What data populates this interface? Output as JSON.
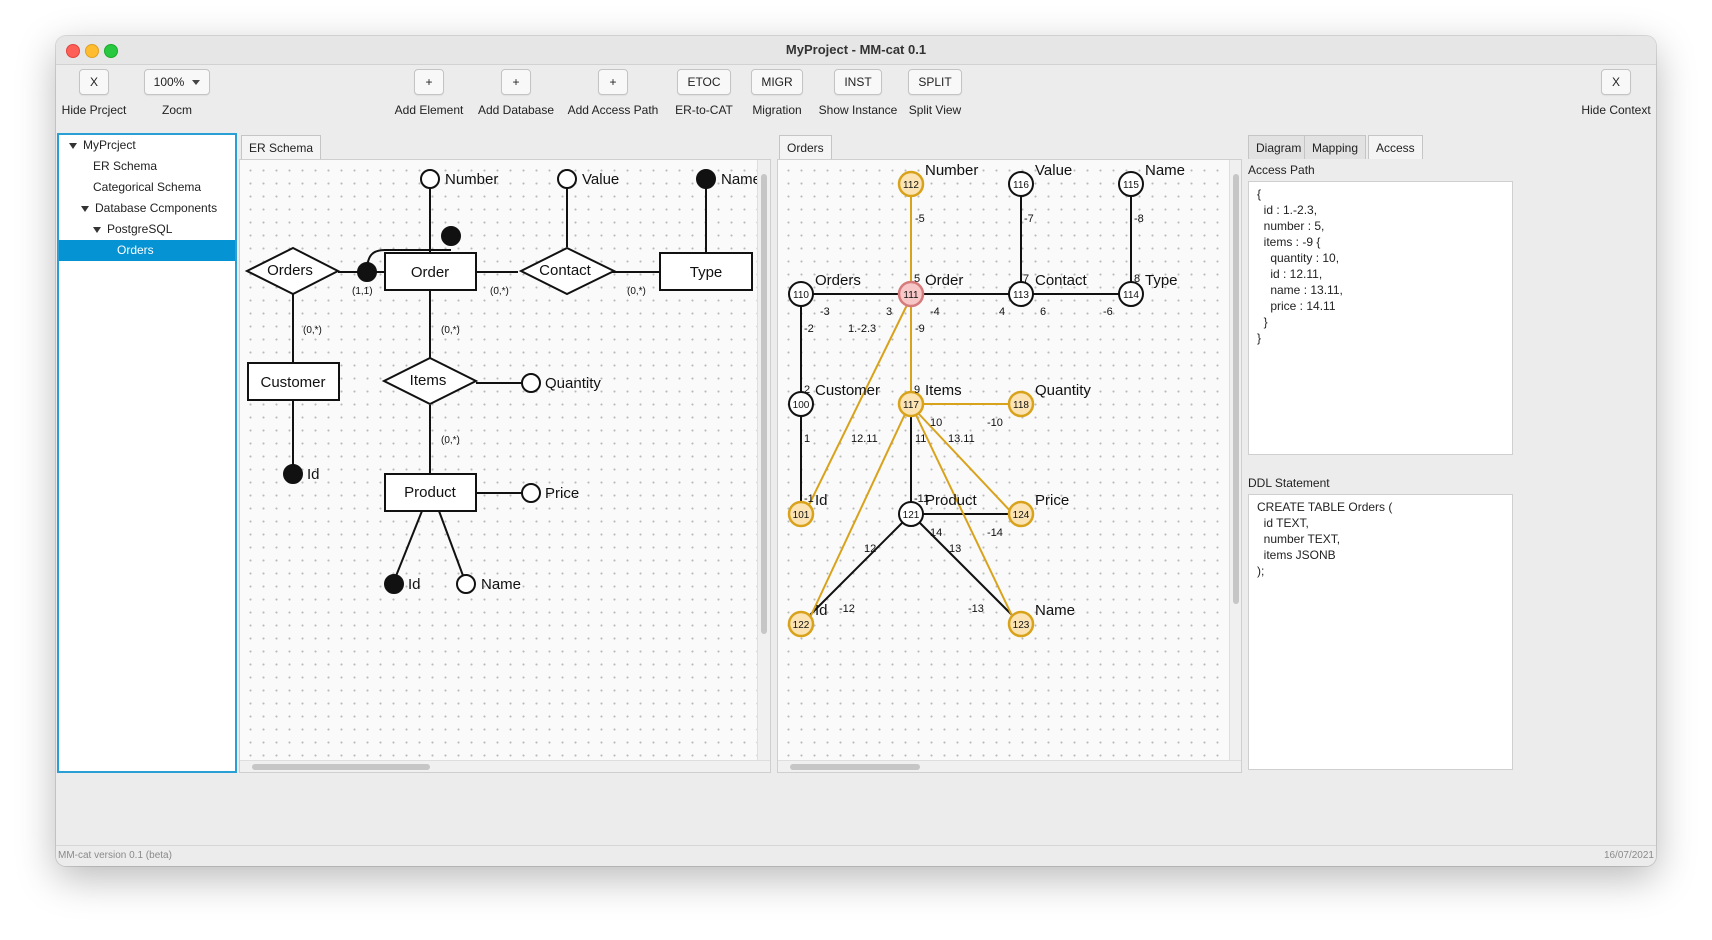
{
  "window": {
    "title": "MyProject - MM-cat 0.1"
  },
  "toolbar": {
    "hide_project": {
      "button": "X",
      "label": "Hide Prcject"
    },
    "zoom": {
      "value": "100%",
      "label": "Zocm"
    },
    "add_element": {
      "button": "+",
      "label": "Add Element"
    },
    "add_database": {
      "button": "+",
      "label": "Add Database"
    },
    "add_access_path": {
      "button": "+",
      "label": "Add Access Path"
    },
    "er_to_cat": {
      "button": "ETOC",
      "label": "ER-to-CAT"
    },
    "migration": {
      "button": "MIGR",
      "label": "Migration"
    },
    "show_instance": {
      "button": "INST",
      "label": "Show Instance"
    },
    "split_view": {
      "button": "SPLIT",
      "label": "Split View"
    },
    "hide_context": {
      "button": "X",
      "label": "Hide Context"
    }
  },
  "tree": {
    "items": [
      {
        "label": "MyPrcject",
        "expanded": true
      },
      {
        "label": "ER Schema"
      },
      {
        "label": "Categorical Schema"
      },
      {
        "label": "Database Ccmponents",
        "expanded": true
      },
      {
        "label": "PostgreSQL",
        "expanded": true
      },
      {
        "label": "Orders",
        "selected": true
      }
    ]
  },
  "er_panel": {
    "tab": "ER Schema",
    "entities": [
      "Order",
      "Customer",
      "Type",
      "Product"
    ],
    "relationships": [
      "Orders",
      "Contact",
      "Items"
    ],
    "attributes": [
      "Number",
      "Value",
      "Name",
      "Quantity",
      "Price",
      "Id",
      "Id",
      "Name"
    ],
    "cardinalities": [
      "(1,1)",
      "(0,*)",
      "(0,*)",
      "(0,*)",
      "(0,*)",
      "(0,*)"
    ]
  },
  "cat_panel": {
    "tab": "Orders",
    "node_ids": [
      "112",
      "116",
      "115",
      "110",
      "111",
      "113",
      "114",
      "100",
      "117",
      "118",
      "101",
      "121",
      "124",
      "122",
      "123"
    ],
    "node_labels": [
      "Number",
      "Value",
      "Name",
      "Orders",
      "Order",
      "Contact",
      "Type",
      "Customer",
      "Items",
      "Quantity",
      "Id",
      "Product",
      "Price",
      "Id",
      "Name"
    ],
    "edge_labels": [
      "-5",
      "5",
      "-7",
      "7",
      "-8",
      "8",
      "-3",
      "3",
      "-4",
      "4",
      "6",
      "-6",
      "-2",
      "2",
      "1.-2.3",
      "-9",
      "9",
      "10",
      "-10",
      "1",
      "12.11",
      "11",
      "13.11",
      "-1",
      "-11",
      "14",
      "-14",
      "12",
      "13",
      "-12",
      "-13"
    ]
  },
  "context": {
    "tabs": [
      "Diagram",
      "Mapping",
      "Access"
    ],
    "active_tab": "Access",
    "access_path_label": "Access Path",
    "access_path_text": "{\n  id : 1.-2.3,\n  number : 5,\n  items : -9 {\n    quantity : 10,\n    id : 12.11,\n    name : 13.11,\n    price : 14.11\n  }\n}",
    "ddl_label": "DDL Statement",
    "ddl_text": "CREATE TABLE Orders (\n  id TEXT,\n  number TEXT,\n  items JSONB\n);"
  },
  "status": {
    "version": "MM-cat version 0.1 (beta)",
    "date": "16/07/2021"
  },
  "colors": {
    "selection": "#0593d3",
    "path_edge": "#d9a21b",
    "path_node_fill": "#fbe3b3",
    "root_node_fill": "#f7c6c6",
    "root_node_stroke": "#d67b7b"
  }
}
